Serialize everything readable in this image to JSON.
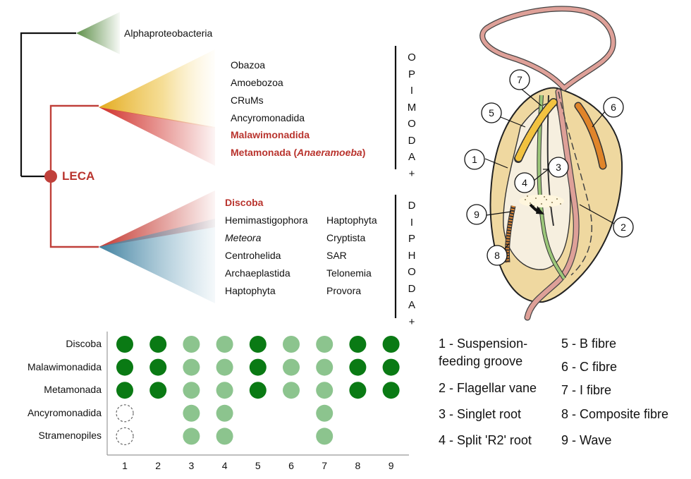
{
  "tree": {
    "root_label": "LECA",
    "outgroup": "Alphaproteobacteria",
    "opimoda": {
      "clade_letters": [
        "O",
        "P",
        "I",
        "M",
        "O",
        "D",
        "A",
        "+"
      ],
      "taxa_black": [
        "Obazoa",
        "Amoebozoa",
        "CRuMs",
        "Ancyromonadida"
      ],
      "taxa_red": [
        "Malawimonadida"
      ],
      "metamonada": {
        "prefix": "Metamonada (",
        "italic": "Anaeramoeba",
        "suffix": ")"
      }
    },
    "diphoda": {
      "clade_letters": [
        "D",
        "I",
        "P",
        "H",
        "O",
        "D",
        "A",
        "+"
      ],
      "taxa_red": [
        "Discoba"
      ],
      "col1": [
        "Hemimastigophora",
        "Meteora",
        "Centrohelida",
        "Archaeplastida",
        "Haptophyta"
      ],
      "col2": [
        "Haptophyta",
        "Cryptista",
        "SAR",
        "Telonemia",
        "Provora"
      ]
    }
  },
  "colors": {
    "red_branch": "#c0403a",
    "dark_green_dot": "#0a7a14",
    "light_green_dot": "#8cc48e",
    "outgroup_fill": "#6b9a55",
    "opimoda_fill": "#e8b830",
    "malawi_fill": "#d0302a",
    "diphoda_fill": "#4f8eaa"
  },
  "cell_diagram": {
    "callouts": [
      "1",
      "2",
      "3",
      "4",
      "5",
      "6",
      "7",
      "8",
      "9"
    ]
  },
  "legend": [
    {
      "key": "1",
      "text_lines": [
        "1 - Suspension-",
        "feeding groove"
      ]
    },
    {
      "key": "2",
      "text_lines": [
        "2 - Flagellar vane"
      ]
    },
    {
      "key": "3",
      "text_lines": [
        "3 - Singlet root"
      ]
    },
    {
      "key": "4",
      "text_lines": [
        "4 - Split 'R2' root"
      ]
    },
    {
      "key": "5",
      "text_lines": [
        "5 - B fibre"
      ]
    },
    {
      "key": "6",
      "text_lines": [
        "6 - C fibre"
      ]
    },
    {
      "key": "7",
      "text_lines": [
        "7 - I fibre"
      ]
    },
    {
      "key": "8",
      "text_lines": [
        "8 - Composite fibre"
      ]
    },
    {
      "key": "9",
      "text_lines": [
        "9 - Wave"
      ]
    }
  ],
  "presence_grid": {
    "rows": [
      "Discoba",
      "Malawimonadida",
      "Metamonada",
      "Ancyromonadida",
      "Stramenopiles"
    ],
    "columns": [
      "1",
      "2",
      "3",
      "4",
      "5",
      "6",
      "7",
      "8",
      "9"
    ],
    "cells": [
      [
        "dark",
        "dark",
        "light",
        "light",
        "dark",
        "light",
        "light",
        "dark",
        "dark"
      ],
      [
        "dark",
        "dark",
        "light",
        "light",
        "dark",
        "light",
        "light",
        "dark",
        "dark"
      ],
      [
        "dark",
        "dark",
        "light",
        "light",
        "dark",
        "light",
        "light",
        "dark",
        "dark"
      ],
      [
        "dashed",
        "none",
        "light",
        "light",
        "none",
        "none",
        "light",
        "none",
        "none"
      ],
      [
        "dashed",
        "none",
        "light",
        "light",
        "none",
        "none",
        "light",
        "none",
        "none"
      ]
    ]
  }
}
